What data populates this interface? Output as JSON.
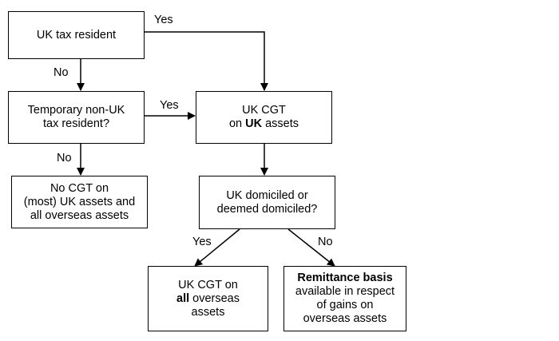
{
  "nodes": {
    "uk_tax_resident": {
      "line1": "UK tax resident"
    },
    "temporary_non_uk": {
      "line1": "Temporary non-UK",
      "line2": "tax resident?"
    },
    "no_cgt": {
      "line1": "No CGT on",
      "line2": "(most) UK assets and",
      "line3": "all overseas assets"
    },
    "uk_cgt_uk_assets": {
      "line1": "UK CGT",
      "line2_pre": "on ",
      "line2_bold": "UK",
      "line2_post": " assets"
    },
    "uk_domiciled": {
      "line1": "UK domiciled or",
      "line2": "deemed domiciled?"
    },
    "uk_cgt_overseas": {
      "line1": "UK CGT on",
      "line2_bold": "all",
      "line2_post": " overseas",
      "line3": "assets"
    },
    "remittance": {
      "line1_bold": "Remittance basis",
      "line2": "available in respect",
      "line3": "of gains on",
      "line4": "overseas assets"
    }
  },
  "edges": {
    "resident_yes": "Yes",
    "resident_no": "No",
    "temporary_yes": "Yes",
    "temporary_no": "No",
    "domiciled_yes": "Yes",
    "domiciled_no": "No"
  }
}
